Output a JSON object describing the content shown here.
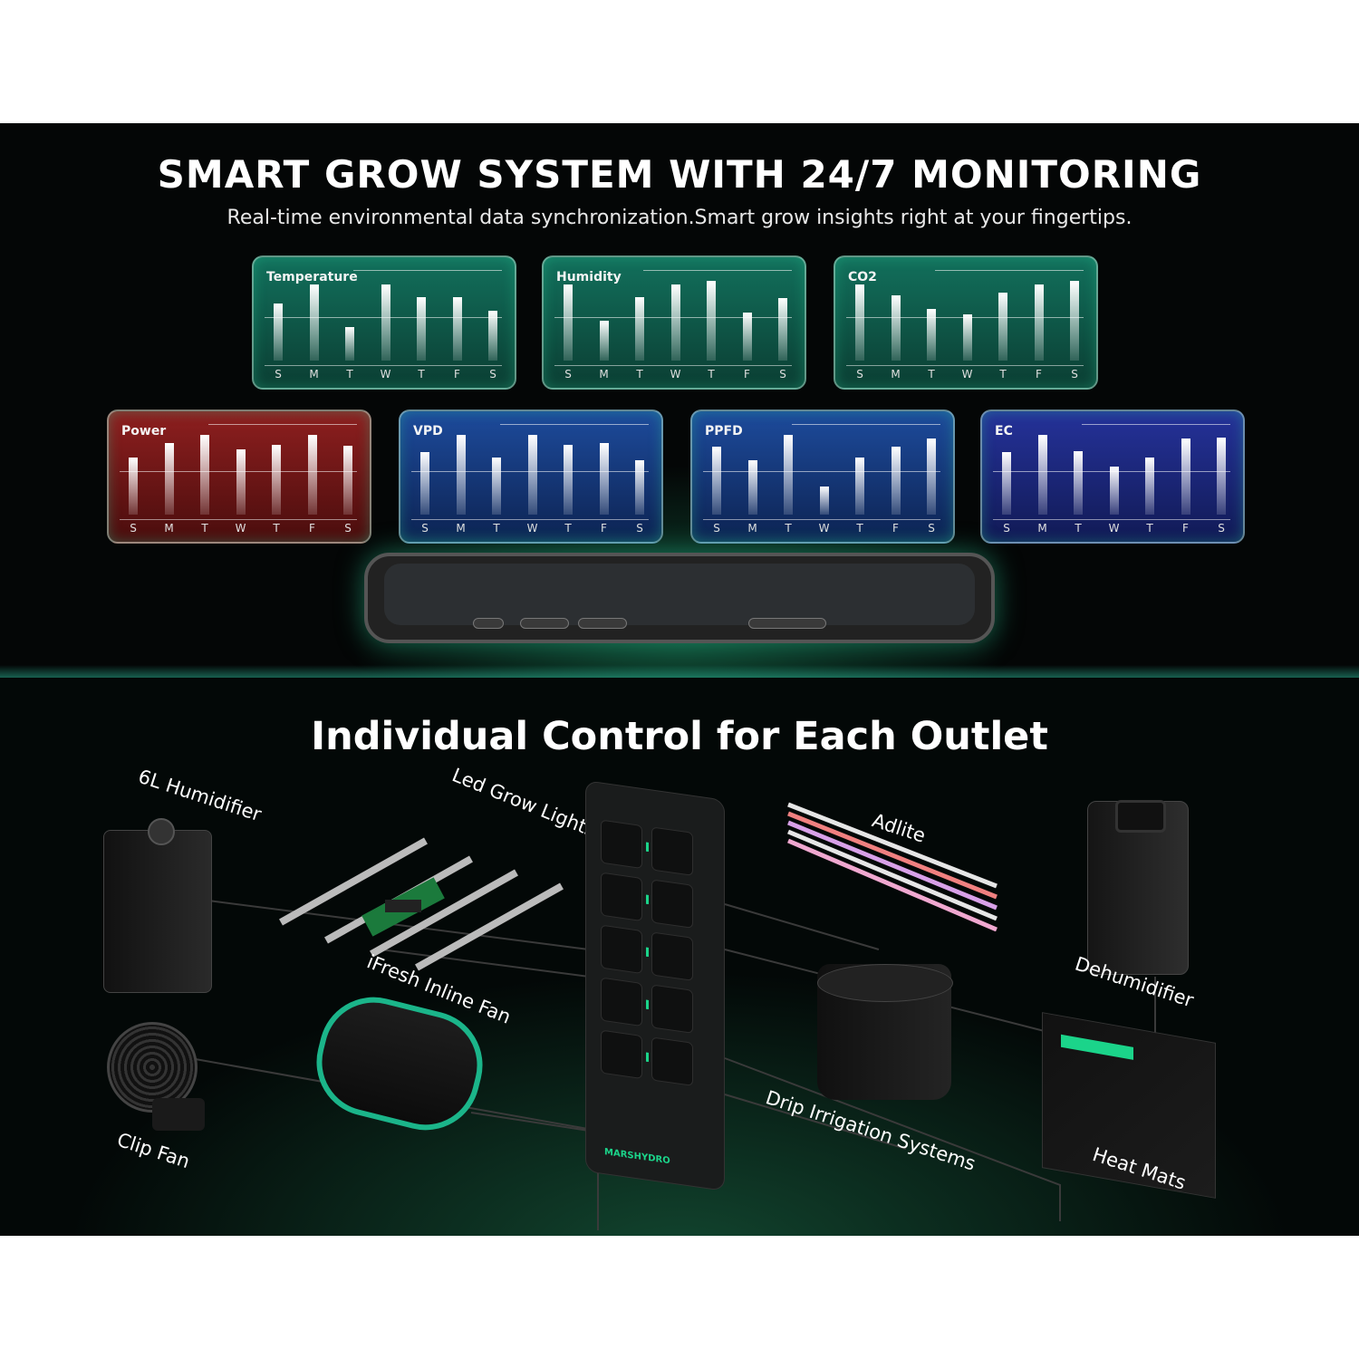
{
  "monitoring": {
    "title": "SMART GROW SYSTEM WITH 24/7 MONITORING",
    "subtitle": "Real-time environmental data synchronization.Smart grow insights right at your fingertips.",
    "days": [
      "S",
      "M",
      "T",
      "W",
      "T",
      "F",
      "S"
    ]
  },
  "chart_data": [
    {
      "type": "bar",
      "title": "Temperature",
      "categories": [
        "S",
        "M",
        "T",
        "W",
        "T",
        "F",
        "S"
      ],
      "values": [
        0.72,
        0.95,
        0.42,
        0.95,
        0.8,
        0.8,
        0.62
      ],
      "color": "#12705c"
    },
    {
      "type": "bar",
      "title": "Humidity",
      "categories": [
        "S",
        "M",
        "T",
        "W",
        "T",
        "F",
        "S"
      ],
      "values": [
        0.95,
        0.5,
        0.8,
        0.95,
        1.0,
        0.6,
        0.78
      ],
      "color": "#12705c"
    },
    {
      "type": "bar",
      "title": "CO2",
      "categories": [
        "S",
        "M",
        "T",
        "W",
        "T",
        "F",
        "S"
      ],
      "values": [
        0.95,
        0.82,
        0.65,
        0.58,
        0.85,
        0.95,
        1.0
      ],
      "color": "#12705c"
    },
    {
      "type": "bar",
      "title": "Power",
      "categories": [
        "S",
        "M",
        "T",
        "W",
        "T",
        "F",
        "S"
      ],
      "values": [
        0.72,
        0.9,
        1.0,
        0.82,
        0.88,
        1.0,
        0.86
      ],
      "color": "#8e1f1f"
    },
    {
      "type": "bar",
      "title": "VPD",
      "categories": [
        "S",
        "M",
        "T",
        "W",
        "T",
        "F",
        "S"
      ],
      "values": [
        0.78,
        1.0,
        0.72,
        1.0,
        0.88,
        0.9,
        0.68
      ],
      "color": "#1d4b9c"
    },
    {
      "type": "bar",
      "title": "PPFD",
      "categories": [
        "S",
        "M",
        "T",
        "W",
        "T",
        "F",
        "S"
      ],
      "values": [
        0.85,
        0.68,
        1.0,
        0.35,
        0.72,
        0.85,
        0.95
      ],
      "color": "#1d4b9c"
    },
    {
      "type": "bar",
      "title": "EC",
      "categories": [
        "S",
        "M",
        "T",
        "W",
        "T",
        "F",
        "S"
      ],
      "values": [
        0.78,
        1.0,
        0.8,
        0.6,
        0.72,
        0.95,
        0.97
      ],
      "color": "#25329a"
    }
  ],
  "control": {
    "title": "Individual Control for Each Outlet",
    "devices": [
      {
        "label": "6L Humidifier"
      },
      {
        "label": "Led Grow Lights"
      },
      {
        "label": "Adlite"
      },
      {
        "label": "Dehumidifier"
      },
      {
        "label": "iFresh Inline Fan"
      },
      {
        "label": "Clip Fan"
      },
      {
        "label": "Drip Irrigation Systems"
      },
      {
        "label": "Heat Mats"
      }
    ],
    "brand": "MARSHYDRO"
  },
  "colors": {
    "accent": "#1bd48a",
    "dark": "#040606"
  }
}
